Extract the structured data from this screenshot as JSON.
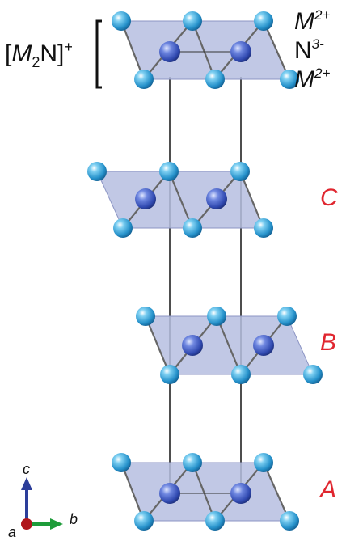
{
  "labels": {
    "formula": {
      "open": "[",
      "m": "M",
      "sub": "2",
      "n": "N]",
      "sup": "+"
    },
    "ion_top": {
      "base": "M",
      "sup": "2+"
    },
    "ion_mid": {
      "base": "N",
      "sup": "3-"
    },
    "ion_bot": {
      "base": "M",
      "sup": "2+"
    },
    "layer_c": "C",
    "layer_b": "B",
    "layer_a": "A"
  },
  "axes": {
    "c": "c",
    "b": "b",
    "a": "a"
  },
  "colors": {
    "layer_fill": "#b6bee0",
    "metal_atom": "#2f9ad1",
    "nitrogen_atom": "#3454b4",
    "stacking_label": "#e0262f",
    "axis_c": "#2c3e9a",
    "axis_b": "#1e9c3a",
    "axis_a": "#b0161c"
  }
}
